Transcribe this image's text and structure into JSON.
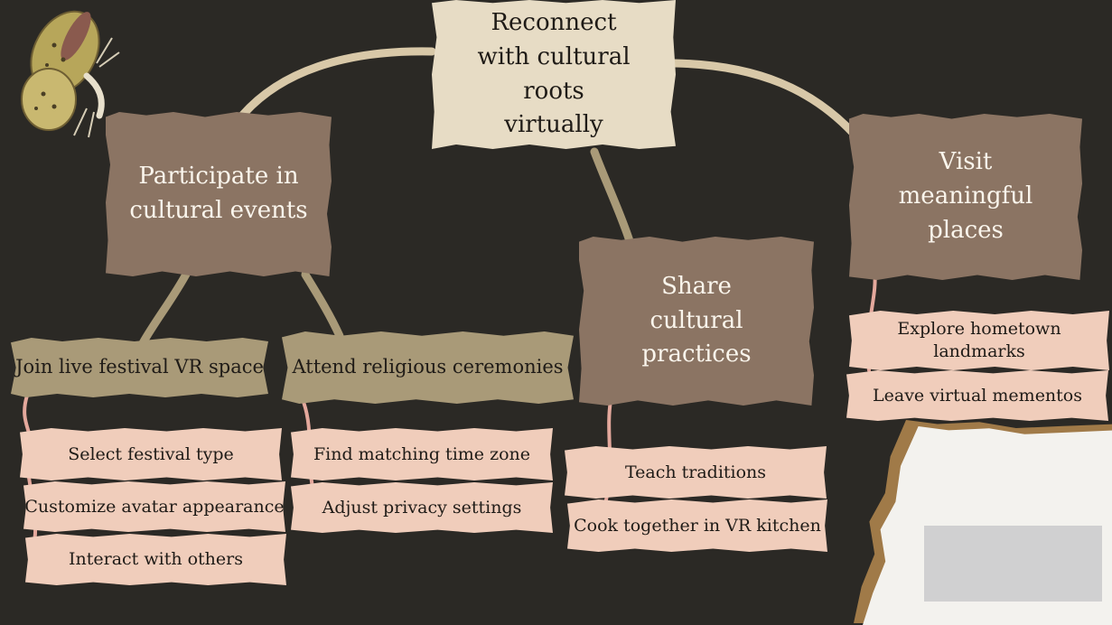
{
  "central": "Reconnect with cultural roots virtually",
  "branches": [
    {
      "label": "Participate in cultural events",
      "sub": [
        {
          "label": "Join live festival VR space",
          "items": [
            "Select festival type",
            "Customize avatar appearance",
            "Interact with others"
          ]
        },
        {
          "label": "Attend religious ceremonies",
          "items": [
            "Find matching time zone",
            "Adjust privacy settings"
          ]
        }
      ]
    },
    {
      "label": "Share cultural practices",
      "items": [
        "Teach traditions",
        "Cook together in VR kitchen"
      ]
    },
    {
      "label": "Visit meaningful places",
      "items": [
        "Explore hometown landmarks",
        "Leave virtual mementos"
      ]
    }
  ],
  "colors": {
    "background": "#2b2925",
    "central_node": "#e7dcc5",
    "branch_node": "#8b7463",
    "sub_node": "#a99a78",
    "leaf_node": "#f0cdbb",
    "connector": "#d8c8a8",
    "leaf_connector": "#e4a89c"
  },
  "icons": [
    "butterfly-icon",
    "torn-paper-icon"
  ]
}
